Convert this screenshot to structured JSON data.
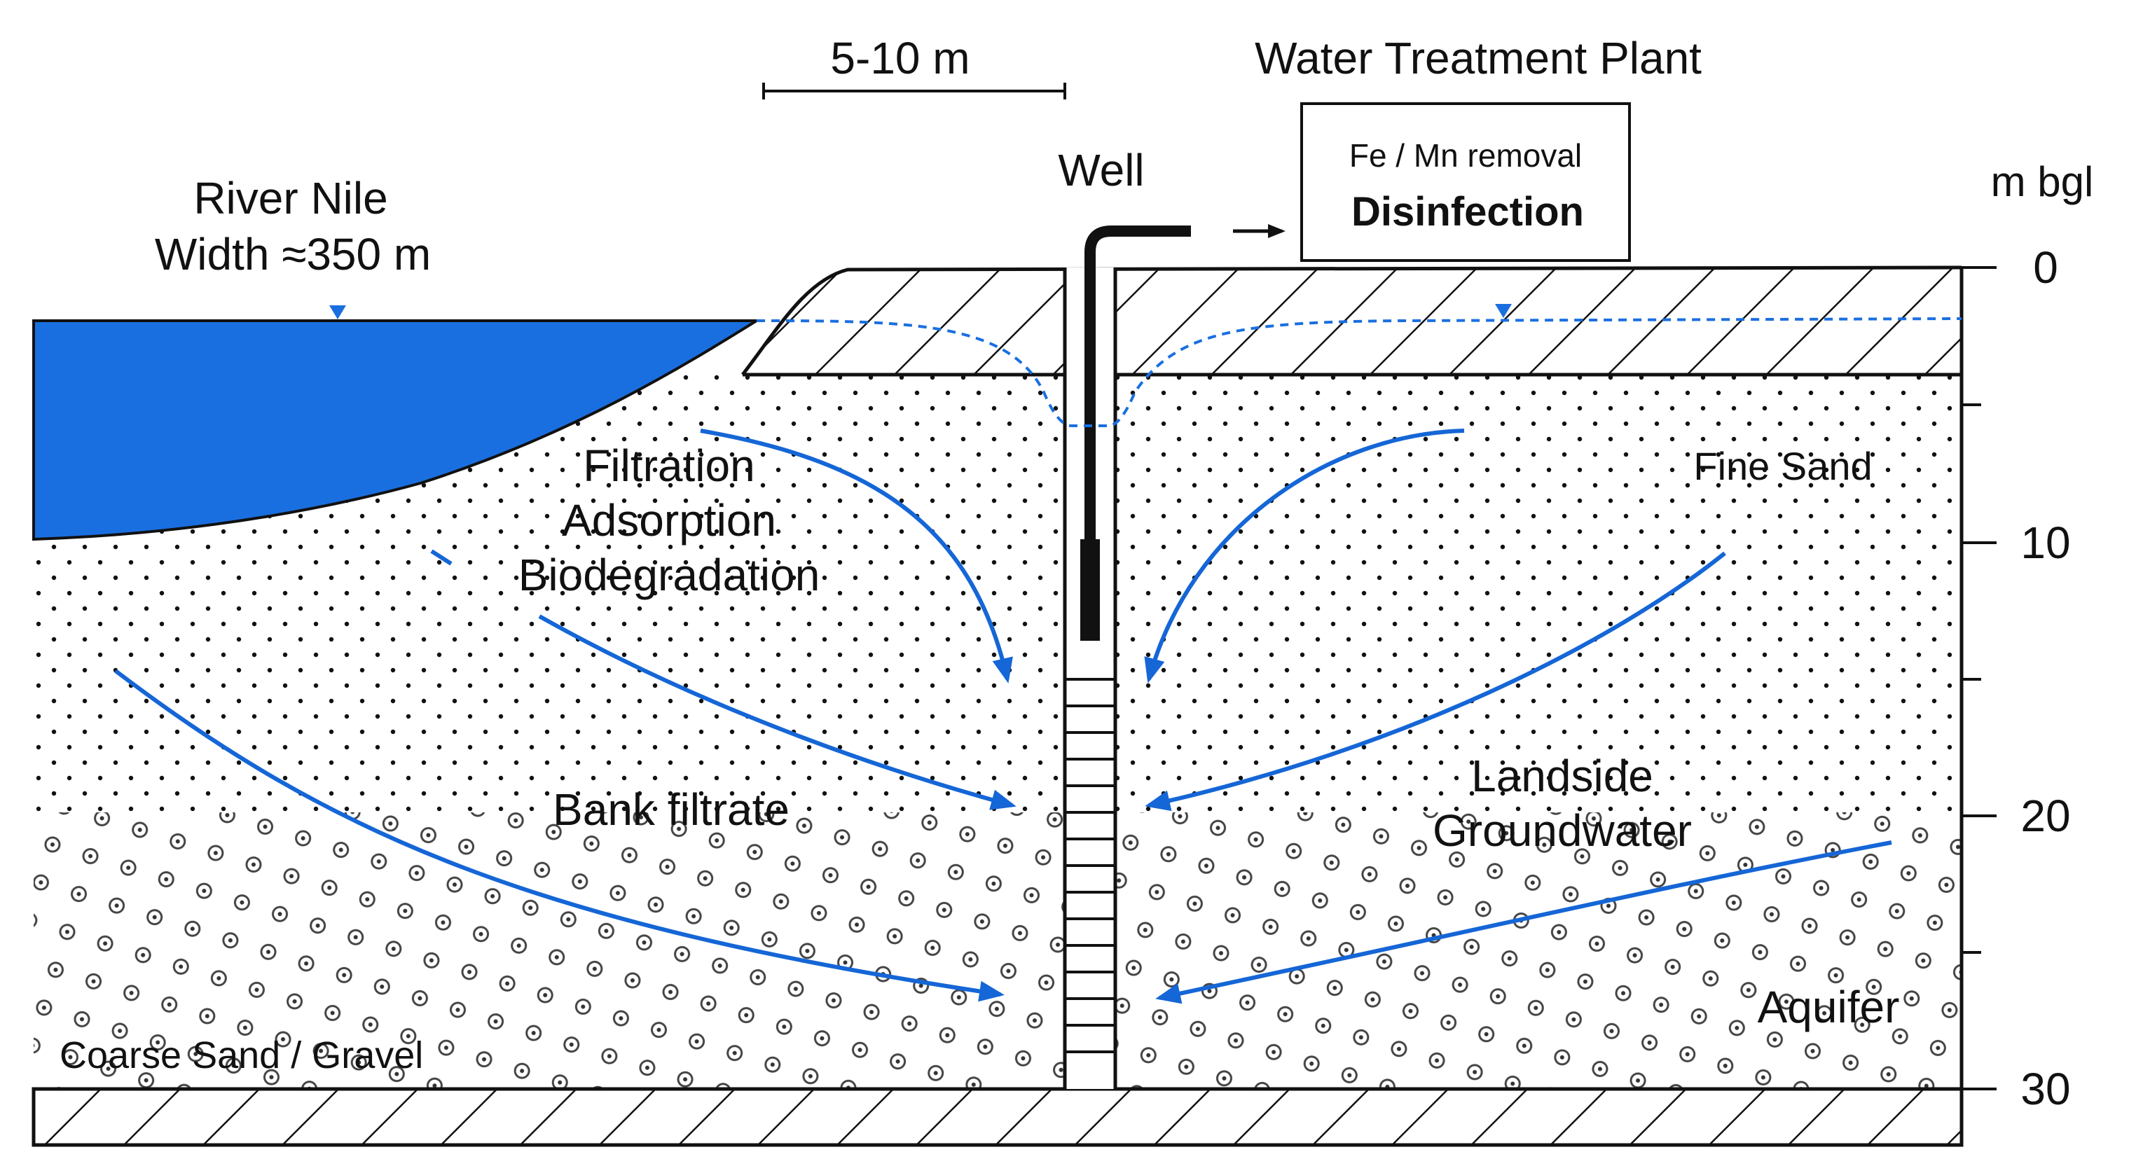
{
  "scale": {
    "label": "5-10 m"
  },
  "river": {
    "name": "River Nile",
    "width": "Width ≈350 m",
    "color": "#1a6fe0"
  },
  "well": {
    "label": "Well"
  },
  "plant": {
    "title": "Water Treatment Plant",
    "step1": "Fe / Mn removal",
    "step2": "Disinfection"
  },
  "depth_axis": {
    "unit": "m bgl",
    "ticks": [
      "0",
      "10",
      "20",
      "30"
    ]
  },
  "processes": {
    "line1": "Filtration",
    "line2": "Adsorption",
    "line3": "Biodegradation"
  },
  "layers": {
    "fine_sand": "Fine Sand",
    "coarse": "Coarse Sand / Gravel",
    "aquifer": "Aquifer"
  },
  "flows": {
    "bank_filtrate": "Bank filtrate",
    "landside_1": "Landside",
    "landside_2": "Groundwater"
  },
  "colors": {
    "water": "#1a6fe0",
    "arrows": "#1566d6",
    "line": "#111111"
  }
}
